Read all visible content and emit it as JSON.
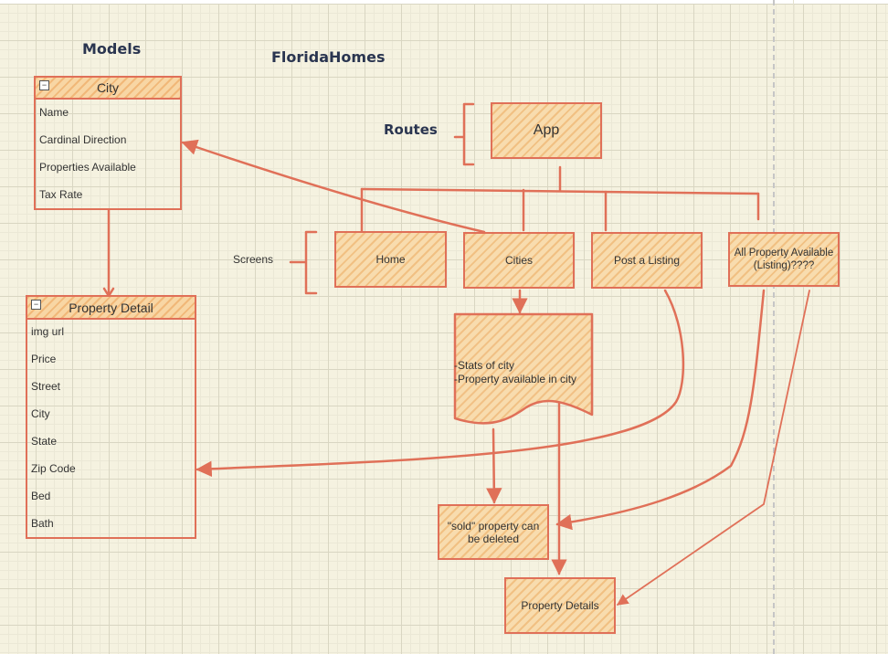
{
  "diagram": {
    "title": "FloridaHomes",
    "models_heading": "Models",
    "routes_label": "Routes",
    "screens_label": "Screens",
    "city_entity": {
      "title": "City",
      "fields": [
        "Name",
        "Cardinal Direction",
        "Properties Available",
        "Tax Rate"
      ]
    },
    "property_entity": {
      "title": "Property Detail",
      "fields": [
        "img url",
        "Price",
        "Street",
        "City",
        "State",
        "Zip Code",
        "Bed",
        "Bath"
      ]
    },
    "app_node": "App",
    "screens": [
      "Home",
      "Cities",
      "Post a Listing",
      "All Property Available (Listing)????"
    ],
    "doc_node_lines": [
      "-Stats of city",
      "-Property available in city"
    ],
    "sold_node": "\"sold\" property can be deleted",
    "property_details_node": "Property Details",
    "colors": {
      "stroke": "#e07058",
      "fill": "#f8dcae",
      "heading": "#2a3550",
      "background": "#f5f2e0"
    }
  }
}
